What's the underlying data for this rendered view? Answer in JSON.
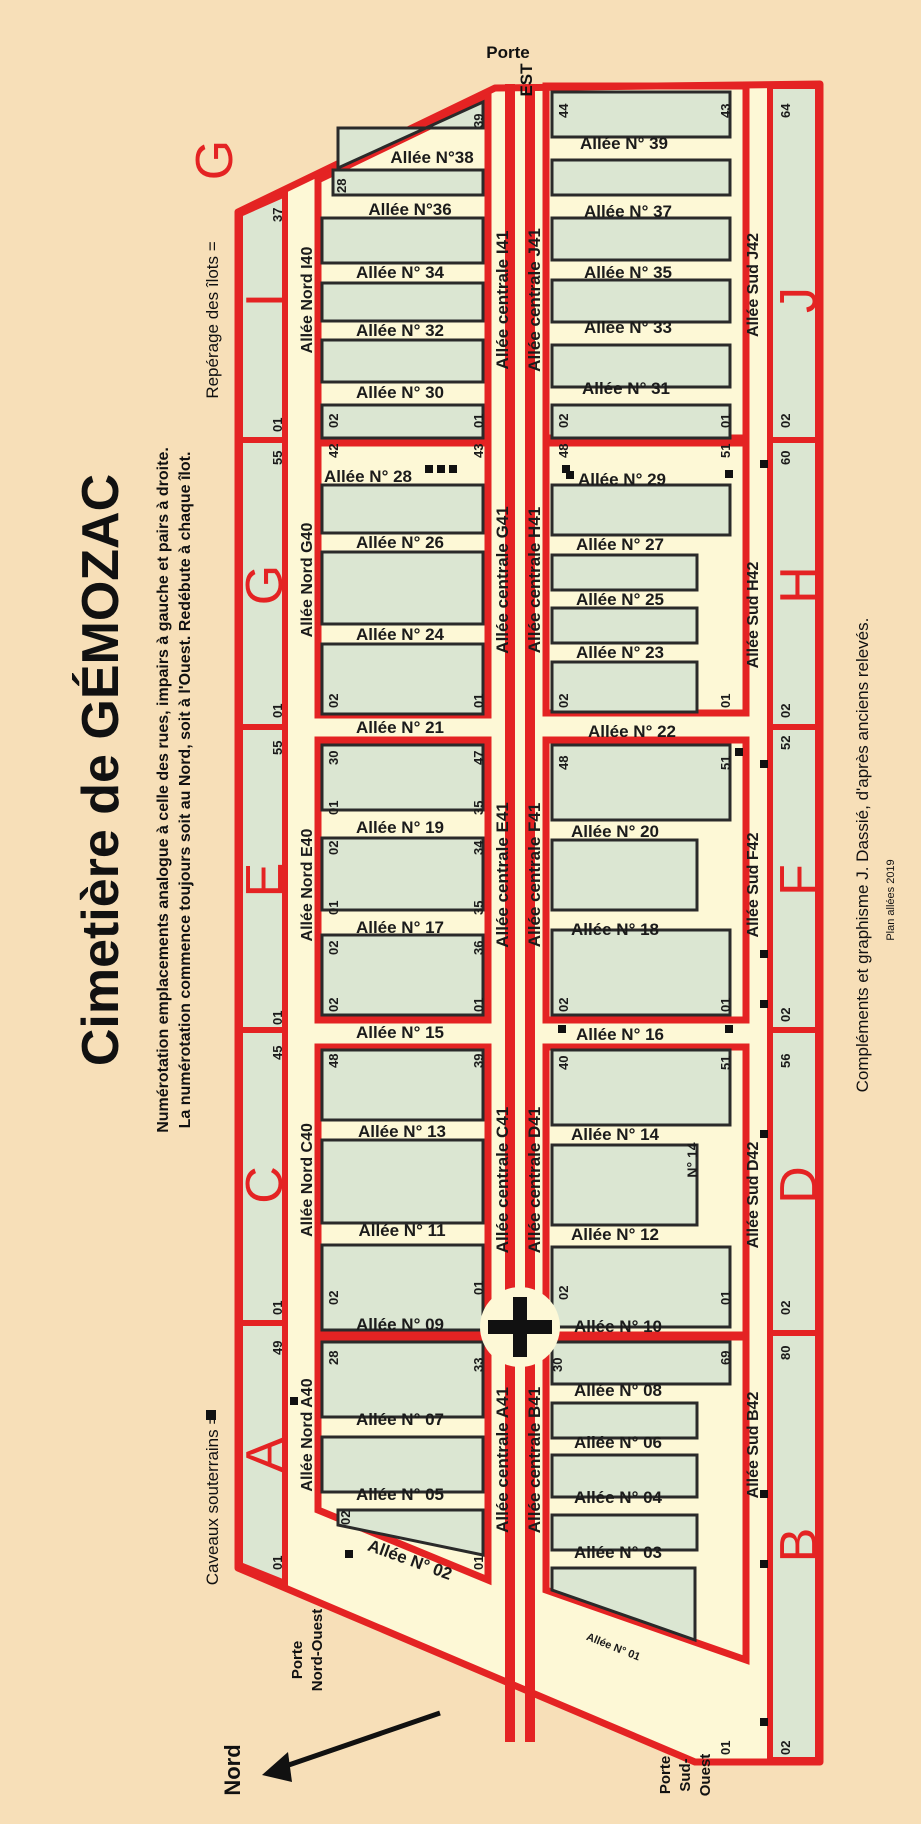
{
  "title": "Cimetière de GÉMOZAC",
  "subtitle_line1": "Numérotation emplacements analogue à celle des rues, impairs à gauche et pairs à droite.",
  "subtitle_line2": "La numérotation commence toujours soit au Nord, soit à l'Ouest. Redébute à chaque îlot.",
  "credits": "Compléments et graphisme J. Dassié, d'après anciens relevés.",
  "plan_note": "Plan allées 2019",
  "legend": {
    "ilots_label": "Repérage des îlots =",
    "ilots_sample": "G",
    "caveaux_label": "Caveaux souterrains ="
  },
  "north_label": "Nord",
  "gates": {
    "est": [
      "Porte",
      "EST"
    ],
    "nord_ouest": [
      "Porte",
      "Nord-Ouest"
    ],
    "sud_ouest": [
      "Porte",
      "Sud-",
      "Ouest"
    ]
  },
  "colors": {
    "background": "#f7dfb8",
    "path": "#fdf8d6",
    "plot": "#dbe6d2",
    "border": "#e42323",
    "text": "#1b1b1b"
  },
  "ilots": [
    "A",
    "B",
    "C",
    "D",
    "E",
    "F",
    "G",
    "H",
    "I",
    "J"
  ],
  "allees_centrales_nord": [
    "Allée centrale A41",
    "Allée centrale C41",
    "Allée centrale E41",
    "Allée centrale G41",
    "Allée centrale I41"
  ],
  "allees_centrales_sud": [
    "Allée centrale B41",
    "Allée centrale D41",
    "Allée centrale F41",
    "Allée centrale H41",
    "Allée centrale J41"
  ],
  "allees_nord": [
    "Allée Nord A40",
    "Allée Nord C40",
    "Allée Nord E40",
    "Allée Nord G40",
    "Allée Nord I40"
  ],
  "allees_sud": [
    "Allée Sud B42",
    "Allée Sud D42",
    "Allée Sud F42",
    "Allée Sud H42",
    "Allée Sud J42"
  ],
  "allees_transversales": {
    "a01": "Allée N° 01",
    "a02": "Allée N° 02",
    "a03": "Allée N° 03",
    "a04": "Allée N° 04",
    "a05": "Allée N° 05",
    "a06": "Allée N° 06",
    "a07": "Allée N° 07",
    "a08": "Allée N° 08",
    "a09": "Allée N° 09",
    "a10": "Allée N° 10",
    "a11": "Allée N° 11",
    "a12": "Allée N° 12",
    "a13": "Allée N° 13",
    "a14": "Allée N° 14",
    "a14v": "N° 14",
    "a15": "Allée N° 15",
    "a16": "Allée N° 16",
    "a17": "Allée N° 17",
    "a18": "Allée N° 18",
    "a19": "Allée N° 19",
    "a20": "Allée N° 20",
    "a21": "Allée N° 21",
    "a22": "Allée N° 22",
    "a23": "Allée N° 23",
    "a24": "Allée N° 24",
    "a25": "Allée N° 25",
    "a26": "Allée N° 26",
    "a27": "Allée N° 27",
    "a28": "Allée N° 28",
    "a29": "Allée N° 29",
    "a30": "Allée N° 30",
    "a31": "Allée N° 31",
    "a32": "Allée N° 32",
    "a33": "Allée N° 33",
    "a34": "Allée N° 34",
    "a35": "Allée N° 35",
    "a36": "Allée N°36",
    "a37": "Allée N° 37",
    "a38": "Allée N°38",
    "a39": "Allée N° 39"
  },
  "plot_numbers": {
    "n01": "01",
    "n02": "02",
    "n28": "28",
    "n30": "30",
    "n33": "33",
    "n34": "34",
    "n35": "35",
    "n36": "36",
    "n37": "37",
    "n39": "39",
    "n40": "40",
    "n42": "42",
    "n43": "43",
    "n44": "44",
    "n45": "45",
    "n47": "47",
    "n48": "48",
    "n49": "49",
    "n51": "51",
    "n52": "52",
    "n55": "55",
    "n56": "56",
    "n60": "60",
    "n64": "64",
    "n69": "69",
    "n80": "80"
  }
}
